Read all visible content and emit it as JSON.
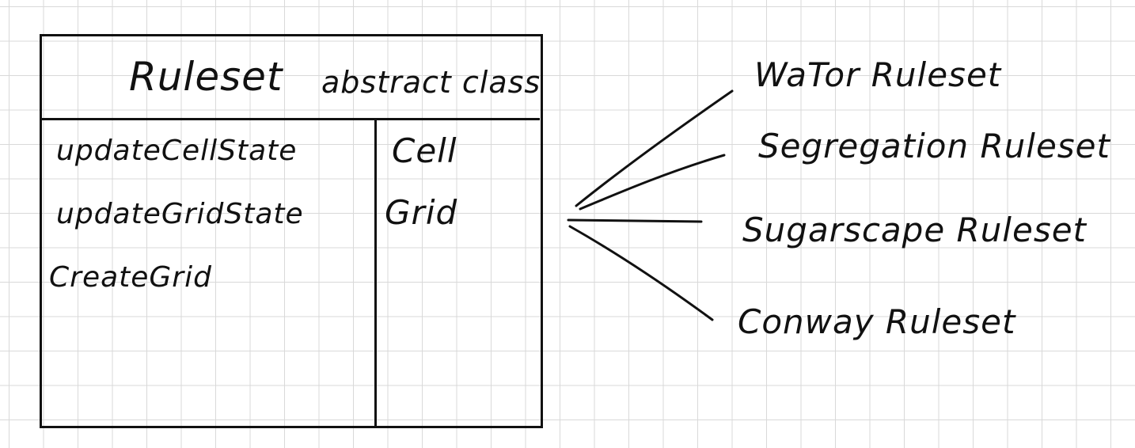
{
  "class_box": {
    "title": "Ruleset",
    "subtitle": "abstract class",
    "methods": [
      "updateCellState",
      "updateGridState",
      "CreateGrid"
    ],
    "fields": [
      "Cell",
      "Grid"
    ]
  },
  "subclasses": [
    "WaTor Ruleset",
    "Segregation Ruleset",
    "Sugarscape Ruleset",
    "Conway Ruleset"
  ],
  "colors": {
    "ink": "#111111",
    "grid": "#d9d9d9",
    "background": "#ffffff"
  }
}
